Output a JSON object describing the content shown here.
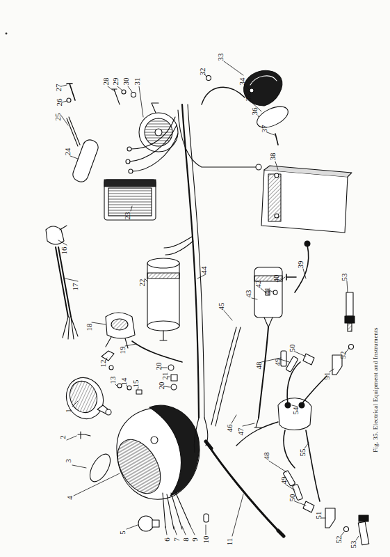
{
  "diagram": {
    "caption": "Fig. 35. Electrical Equipment and Instruments",
    "labels": [
      "1",
      "2",
      "3",
      "4",
      "5",
      "6",
      "7",
      "8",
      "9",
      "10",
      "11",
      "12",
      "13",
      "14",
      "15",
      "16",
      "17",
      "18",
      "19",
      "20",
      "21",
      "20",
      "22",
      "23",
      "24",
      "25",
      "26",
      "27",
      "28",
      "29",
      "30",
      "31",
      "32",
      "33",
      "34",
      "35",
      "36",
      "37",
      "38",
      "39",
      "40",
      "41",
      "42",
      "43",
      "44",
      "45",
      "46",
      "47",
      "48",
      "49",
      "50",
      "51",
      "52",
      "53",
      "48",
      "49",
      "50",
      "51",
      "52",
      "53",
      "54",
      "55"
    ]
  }
}
